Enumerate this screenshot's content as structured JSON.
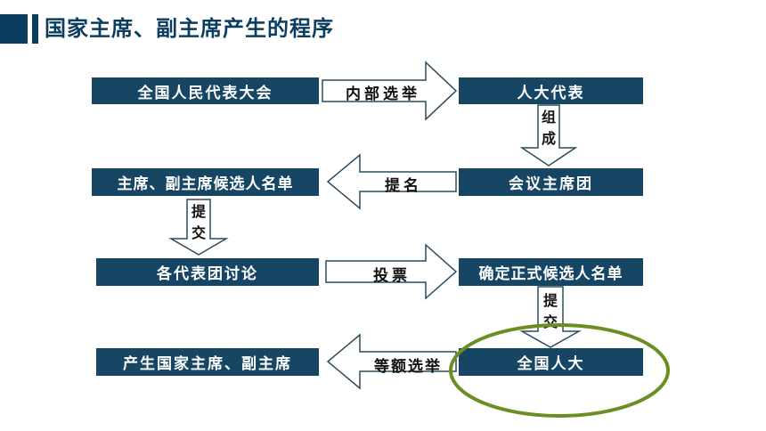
{
  "title": "国家主席、副主席产生的程序",
  "colors": {
    "box": "#174664",
    "title": "#0b3d5e",
    "highlight": "#6b8e23",
    "arrow_stroke": "#2b4a5c"
  },
  "boxes": {
    "npc_congress": "全国人民代表大会",
    "deputies": "人大代表",
    "presidium": "会议主席团",
    "candidate_list": "主席、副主席候选人名单",
    "delegation_discussion": "各代表团讨论",
    "final_candidate_list": "确定正式候选人名单",
    "npc": "全国人大",
    "elect_result": "产生国家主席、副主席"
  },
  "arrows": {
    "internal_election": "内部选举",
    "form": "组成",
    "nominate": "提名",
    "submit1": "提交",
    "vote": "投票",
    "submit2": "提交",
    "equal_election": "等额选举"
  }
}
